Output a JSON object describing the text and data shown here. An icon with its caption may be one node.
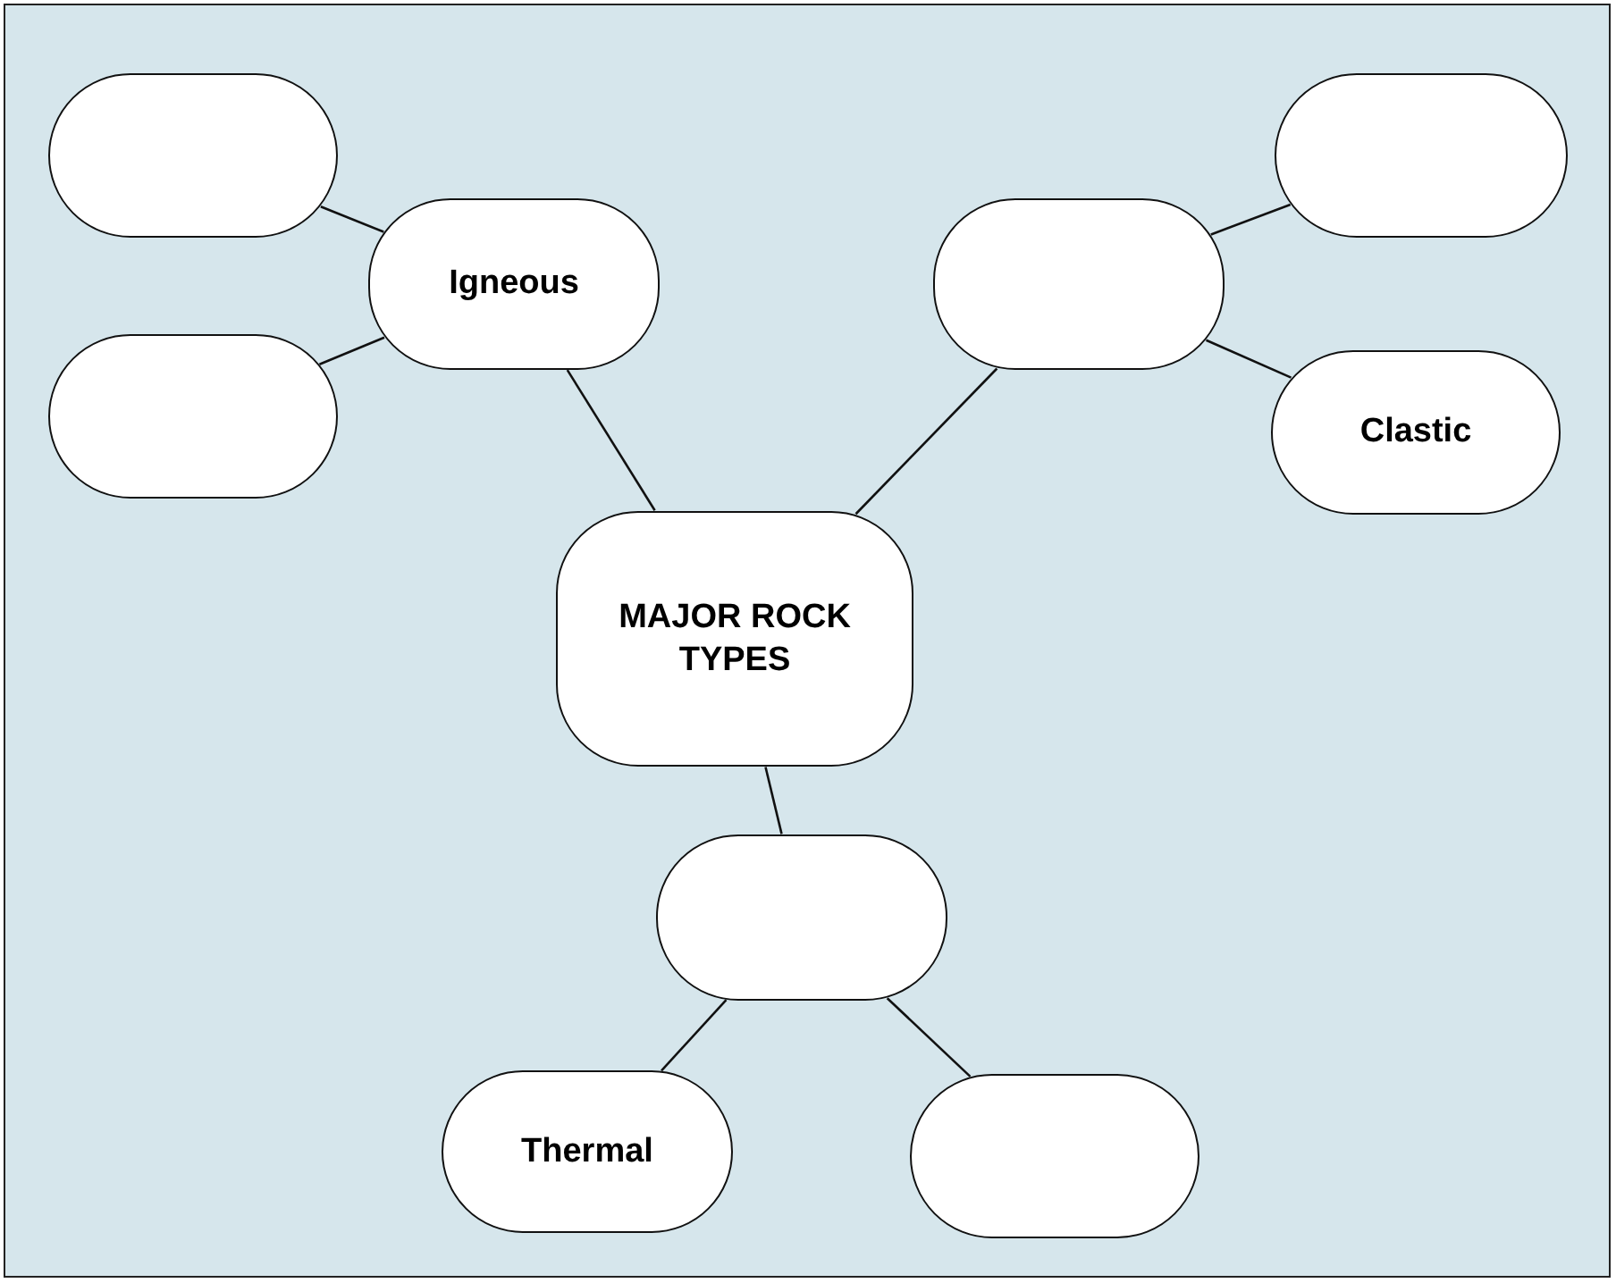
{
  "diagram": {
    "nodes": [
      {
        "text": [],
        "shape": "box"
      },
      {
        "text": [
          "Igneous"
        ]
      },
      {
        "text": [],
        "shape": "box"
      },
      {
        "text": [],
        "shape": "box"
      },
      {
        "text": [],
        "shape": "box"
      },
      {
        "text": [
          "Clastic"
        ]
      },
      {
        "text": [
          "MAJOR ROCK TYPES"
        ]
      },
      {
        "text": [],
        "shape": "box"
      },
      {
        "text": [
          "Thermal"
        ]
      },
      {
        "text": [],
        "shape": "box"
      }
    ],
    "edges": [
      {
        "from": 1,
        "to": 0,
        "arrow": "none"
      },
      {
        "from": 1,
        "to": 4,
        "arrow": "none"
      },
      {
        "from": 6,
        "to": 1,
        "arrow": "none"
      },
      {
        "from": 6,
        "to": 3,
        "arrow": "none"
      },
      {
        "from": 3,
        "to": 2,
        "arrow": "none"
      },
      {
        "from": 3,
        "to": 5,
        "arrow": "none"
      },
      {
        "from": 6,
        "to": 7,
        "arrow": "none"
      },
      {
        "from": 7,
        "to": 8,
        "arrow": "none"
      },
      {
        "from": 7,
        "to": 9,
        "arrow": "none"
      }
    ]
  }
}
